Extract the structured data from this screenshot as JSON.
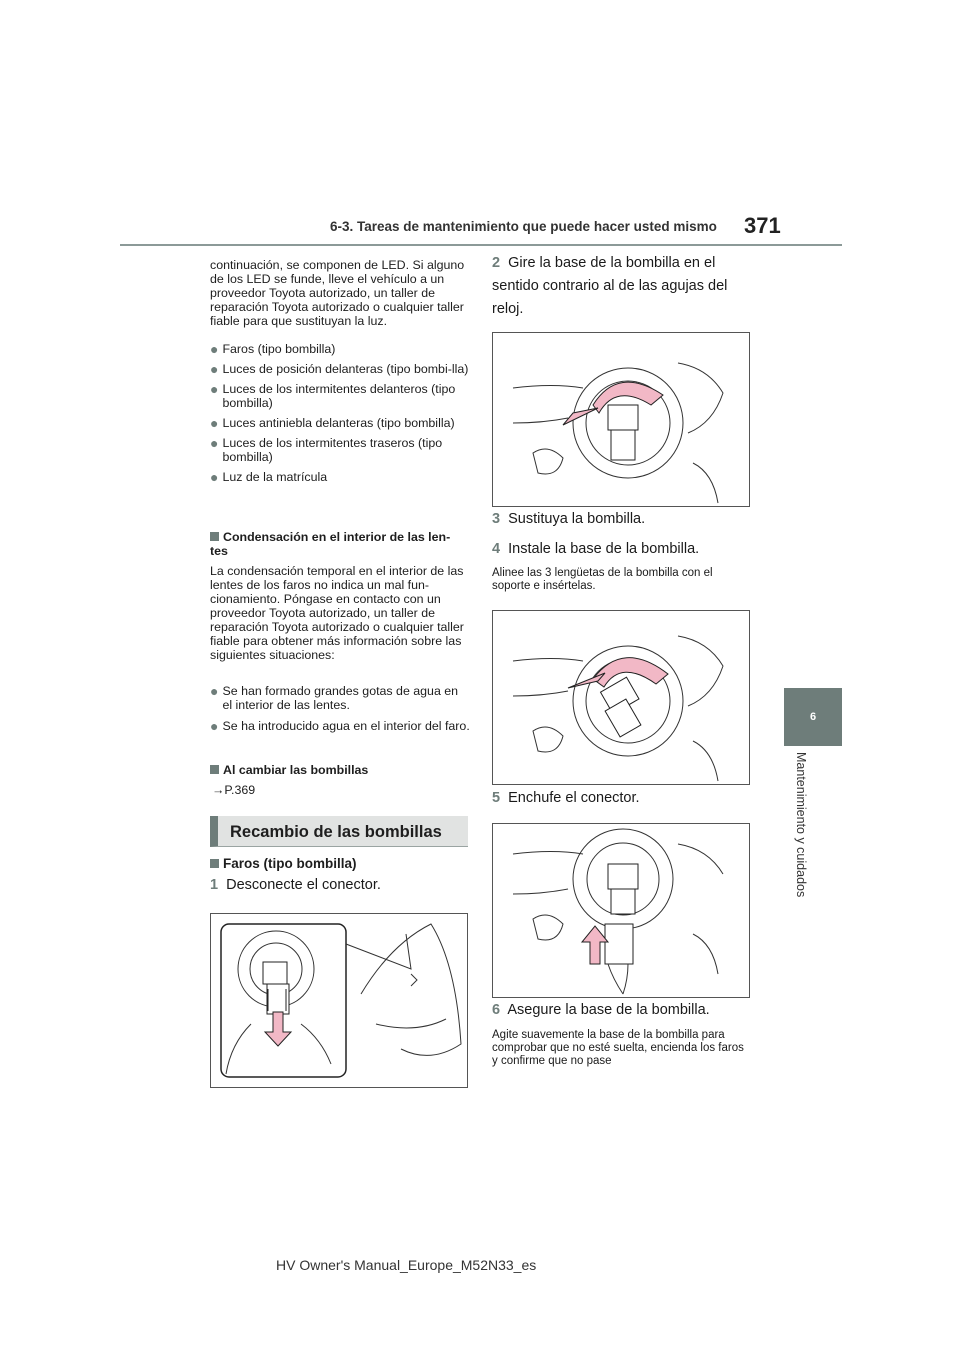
{
  "header": {
    "section_title": "6-3. Tareas de mantenimiento que puede hacer usted mismo",
    "page_number": "371"
  },
  "side_tab": {
    "chapter_number": "6",
    "chapter_label": "Mantenimiento y cuidados"
  },
  "left_column": {
    "intro": "continuación, se componen de LED. Si alguno de los LED se funde, lleve el vehículo a un proveedor Toyota autorizado, un taller de reparación Toyota autorizado o cualquier taller fiable para que sustituyan la luz.",
    "bullets": [
      "Faros (tipo bombilla)",
      "Luces de posición delanteras (tipo bombi-lla)",
      "Luces de los intermitentes delanteros (tipo bombilla)",
      "Luces antiniebla delanteras (tipo bombilla)",
      "Luces de los intermitentes traseros (tipo bombilla)",
      "Luz de la matrícula"
    ],
    "condensation_heading": "Condensación en el interior de las len-tes",
    "condensation_text": "La condensación temporal en el interior de las lentes de los faros no indica un mal fun-cionamiento. Póngase en contacto con un proveedor Toyota autorizado, un taller de reparación Toyota autorizado o cualquier taller fiable para obtener más información sobre las siguientes situaciones:",
    "condensation_bullets": [
      "Se han formado grandes gotas de agua en el interior de las lentes.",
      "Se ha introducido agua en el interior del faro."
    ],
    "changing_heading": "Al cambiar las bombillas",
    "changing_ref": "→P.369",
    "section_heading": "Recambio de las bombillas",
    "sub_heading": "Faros (tipo bombilla)",
    "step1_num": "1",
    "step1_text": "Desconecte el conector."
  },
  "right_column": {
    "step2_num": "2",
    "step2_text": "Gire la base de la bombilla en el sentido contrario al de las agujas del reloj.",
    "step3_num": "3",
    "step3_text": "Sustituya la bombilla.",
    "step4_num": "4",
    "step4_text": "Instale la base de la bombilla.",
    "step4_note": "Alinee las 3 lengüetas de la bombilla con el soporte e insértelas.",
    "step5_num": "5",
    "step5_text": "Enchufe el conector.",
    "step6_num": "6",
    "step6_text": "Asegure la base de la bombilla.",
    "step6_note": "Agite suavemente la base de la bombilla para comprobar que no esté suelta, encienda los faros y confirme que no pase"
  },
  "footer": {
    "text": "HV Owner's Manual_Europe_M52N33_es"
  },
  "colors": {
    "accent": "#6e7d7a",
    "section_bg": "#e1e3e2",
    "arrow_fill": "#f2b8c6"
  }
}
